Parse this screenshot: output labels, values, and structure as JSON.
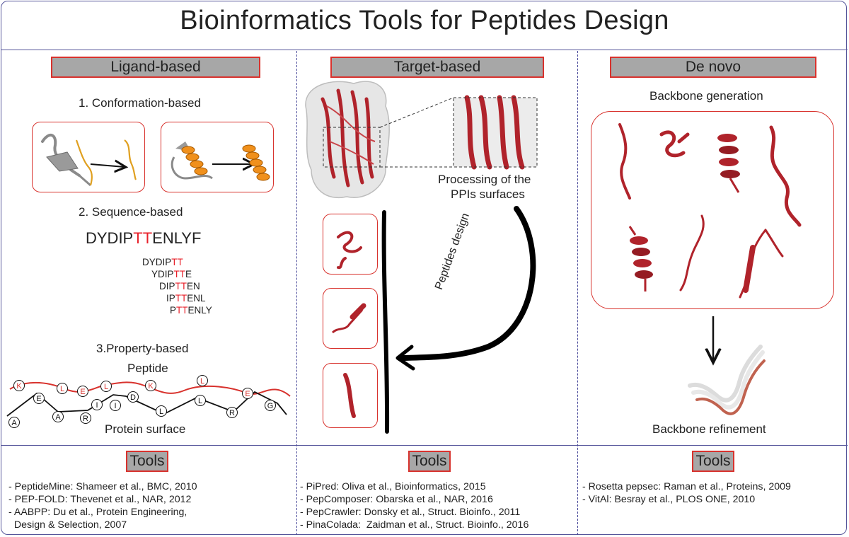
{
  "title": "Bioinformatics Tools for Peptides Design",
  "columns": {
    "ligand": {
      "header": "Ligand-based",
      "conformation_label": "1. Conformation-based",
      "sequence_label": "2. Sequence-based",
      "sequence_full": {
        "pre": "DYDIP",
        "hl": "TT",
        "post": "ENLYF"
      },
      "sequence_windows": [
        {
          "pre": "DYDIP",
          "hl": "TT",
          "post": ""
        },
        {
          "pre": "YDIP",
          "hl": "TT",
          "post": "E"
        },
        {
          "pre": "DIP",
          "hl": "TT",
          "post": "EN"
        },
        {
          "pre": "IP",
          "hl": "TT",
          "post": "ENL"
        },
        {
          "pre": "P",
          "hl": "TT",
          "post": "ENLY"
        }
      ],
      "property_label": "3.Property-based",
      "peptide_label": "Peptide",
      "surface_label": "Protein surface",
      "peptide_residues": [
        "K",
        "L",
        "E",
        "L",
        "K",
        "L",
        "E"
      ],
      "surface_residues": [
        "A",
        "E",
        "A",
        "R",
        "I",
        "I",
        "D",
        "L",
        "L",
        "R",
        "G"
      ],
      "tools_label": "Tools",
      "tools": [
        "- PeptideMine: Shameer et al., BMC, 2010",
        "- PEP-FOLD: Thevenet et al., NAR, 2012",
        "- AABPP: Du et al., Protein Engineering,",
        "  Design & Selection, 2007"
      ]
    },
    "target": {
      "header": "Target-based",
      "processing_label_1": "Processing of the",
      "processing_label_2": "PPIs surfaces",
      "design_label": "Peptides design",
      "tools_label": "Tools",
      "tools": [
        "- PiPred: Oliva et al., Bioinformatics, 2015",
        "- PepComposer: Obarska et al., NAR, 2016",
        "- PepCrawler: Donsky et al., Struct. Bioinfo., 2011",
        "- PinaColada:  Zaidman et al., Struct. Bioinfo., 2016"
      ]
    },
    "denovo": {
      "header": "De novo",
      "generation_label": "Backbone generation",
      "refinement_label": "Backbone refinement",
      "tools_label": "Tools",
      "tools": [
        "- Rosetta pepsec: Raman et al., Proteins, 2009",
        "- VitAl: Besray et al., PLOS ONE, 2010"
      ]
    }
  },
  "colors": {
    "frame": "#55559a",
    "accent_red": "#d8322d",
    "protein_red": "#b0232b",
    "helix_orange": "#f0901c",
    "header_grey": "#a7a7a7"
  }
}
